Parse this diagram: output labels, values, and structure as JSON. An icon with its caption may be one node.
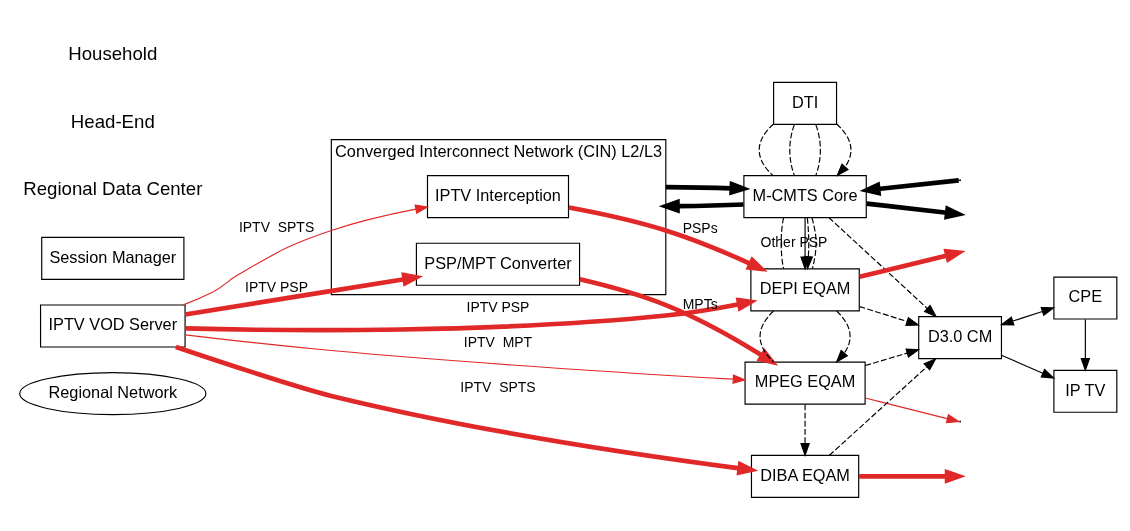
{
  "diagram": {
    "nodes": [
      {
        "text": [
          "Regional Network"
        ]
      },
      {
        "text": [
          "IPTV VOD Server"
        ]
      },
      {
        "text": [
          "Converged Interconnect Network (CIN) L2/L3"
        ]
      },
      {
        "text": [
          "IPTV Interception"
        ],
        "in": 2
      },
      {
        "text": [
          "PSP/MPT Converter"
        ],
        "in": 2
      },
      {
        "text": [
          "DTI"
        ]
      },
      {
        "text": [
          "M-CMTS Core"
        ]
      },
      {
        "text": [
          "DEPI EQAM"
        ]
      },
      {
        "text": [
          "MPEG EQAM"
        ]
      },
      {
        "text": [
          "DIBA EQAM"
        ]
      },
      {
        "text": [
          "D3.0 CM"
        ]
      },
      {
        "text": [
          "IP TV"
        ]
      },
      {
        "text": [
          "CPE"
        ]
      },
      {
        "text": [
          "Session Manager"
        ]
      }
    ],
    "edges": [
      {
        "from": 5,
        "to": 6,
        "arrow": "to",
        "style": "dashed"
      },
      {
        "from": 5,
        "to": 6,
        "arrow": "none",
        "style": "dashed"
      },
      {
        "from": 5,
        "to": 6,
        "arrow": "none",
        "style": "dashed"
      },
      {
        "from": 5,
        "to": 6,
        "arrow": "none",
        "style": "dashed"
      },
      {
        "from": 6,
        "to": 2,
        "arrow": "to",
        "style": "thick"
      },
      {
        "from": 2,
        "to": 6,
        "arrow": "to",
        "style": "thick"
      },
      {
        "from": null,
        "to": 6,
        "arrow": "to",
        "style": "thick"
      },
      {
        "from": 6,
        "to": null,
        "arrow": "to",
        "style": "thick"
      },
      {
        "from": 6,
        "to": 10,
        "arrow": "to",
        "style": "dashed"
      },
      {
        "from": 6,
        "to": 7,
        "arrow": "to",
        "style": "dashed"
      },
      {
        "from": 6,
        "to": 7,
        "arrow": "none",
        "style": "dashed"
      },
      {
        "from": 6,
        "to": 7,
        "arrow": "none",
        "style": "dashed"
      },
      {
        "from": 6,
        "to": 7,
        "arrow": "to",
        "label": "Other PSP"
      },
      {
        "from": 1,
        "to": 7,
        "arrow": "to",
        "label": "IPTV PSP",
        "style": "thick",
        "color": "#e02828"
      },
      {
        "from": 1,
        "to": 3,
        "arrow": "to",
        "label": "IPTV  SPTS",
        "color": "#e02828"
      },
      {
        "from": 3,
        "to": 7,
        "arrow": "to",
        "label": "PSPs",
        "style": "thick",
        "color": "#e02828"
      },
      {
        "from": 1,
        "to": 4,
        "arrow": "to",
        "label": "IPTV PSP",
        "style": "thick",
        "color": "#e02828"
      },
      {
        "from": 4,
        "to": 8,
        "arrow": "to",
        "label": "MPTs",
        "style": "thick",
        "color": "#e02828"
      },
      {
        "from": 1,
        "to": 8,
        "arrow": "to",
        "label": "IPTV  MPT",
        "color": "#e02828"
      },
      {
        "from": 1,
        "to": 9,
        "arrow": "to",
        "label": "IPTV  SPTS",
        "style": "thick",
        "color": "#e02828"
      },
      {
        "from": 7,
        "to": 8,
        "arrow": "to",
        "style": "dashed"
      },
      {
        "from": 7,
        "to": 8,
        "arrow": "none",
        "style": "dashed"
      },
      {
        "from": 8,
        "to": 9,
        "arrow": "to",
        "style": "dashed"
      },
      {
        "from": 7,
        "to": null,
        "arrow": "to",
        "style": "thick",
        "color": "#e02828"
      },
      {
        "from": 8,
        "to": null,
        "arrow": "to",
        "color": "#e02828"
      },
      {
        "from": 9,
        "to": null,
        "arrow": "to",
        "style": "thick",
        "color": "#e02828"
      },
      {
        "from": 7,
        "to": 10,
        "arrow": "to",
        "style": "dashed"
      },
      {
        "from": 8,
        "to": 10,
        "arrow": "to",
        "style": "dashed"
      },
      {
        "from": 9,
        "to": 10,
        "arrow": "to",
        "style": "dashed"
      },
      {
        "from": 10,
        "to": 12,
        "arrow": "both"
      },
      {
        "from": 10,
        "to": 11,
        "arrow": "to"
      },
      {
        "from": 12,
        "to": 11,
        "arrow": "to"
      }
    ],
    "labels": [
      "Regional Data Center",
      "Head-End",
      "Household"
    ]
  }
}
